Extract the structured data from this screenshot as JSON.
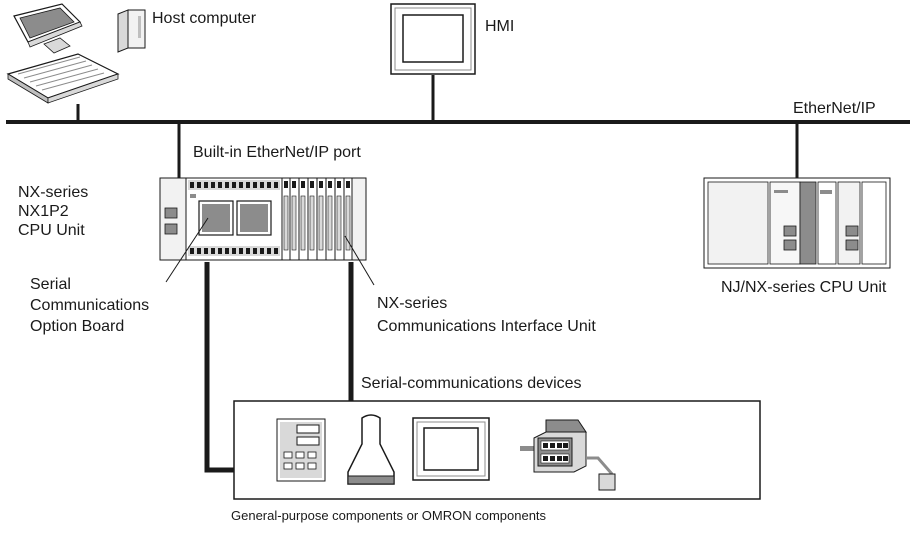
{
  "labels": {
    "host_computer": "Host computer",
    "hmi": "HMI",
    "ethernet_ip": "EtherNet/IP",
    "builtin_port": "Built-in EtherNet/IP port",
    "nx1p2": [
      "NX-series",
      "NX1P2",
      "CPU Unit"
    ],
    "option_board": [
      "Serial",
      "Communications",
      "Option Board"
    ],
    "nj_nx_cpu": "NJ/NX-series CPU Unit",
    "comm_interface_unit": [
      "NX-series",
      "Communications Interface Unit"
    ],
    "serial_devices": "Serial-communications devices",
    "components": "General-purpose components or OMRON components"
  },
  "colors": {
    "line": "#1a1a1a",
    "device_fill": "#ffffff",
    "device_shade": "#d9d9d9",
    "device_dark": "#8c8c8c"
  }
}
